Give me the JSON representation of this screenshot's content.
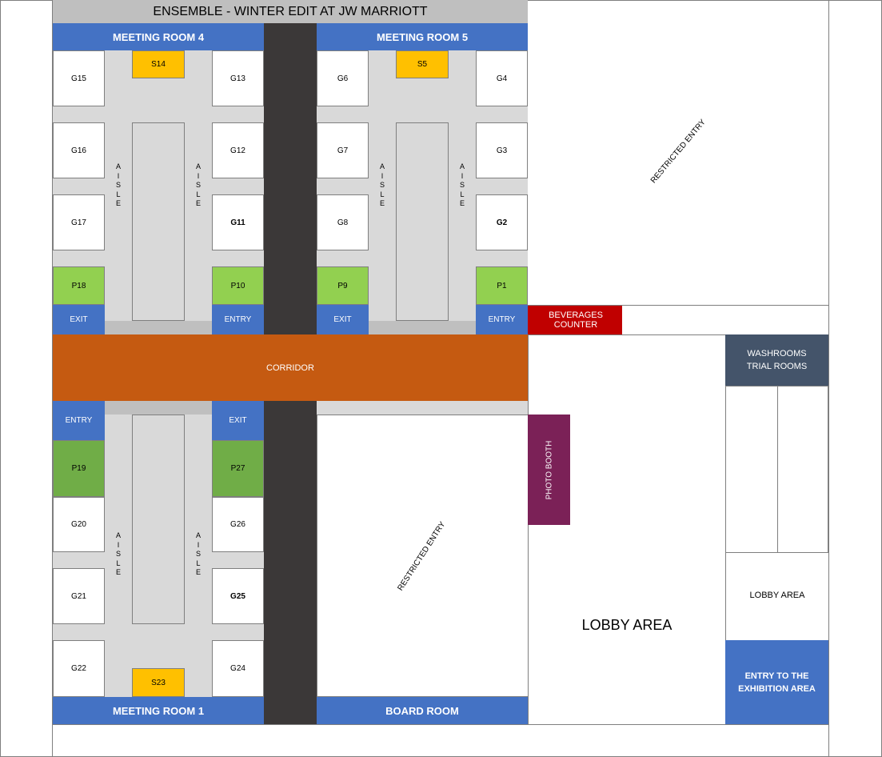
{
  "title": "ENSEMBLE - WINTER EDIT AT JW MARRIOTT",
  "rooms": {
    "meeting_room_4": "MEETING ROOM  4",
    "meeting_room_5": "MEETING ROOM 5",
    "meeting_room_1": "MEETING ROOM 1",
    "board_room": "BOARD ROOM"
  },
  "doors": {
    "exit": "EXIT",
    "entry": "ENTRY"
  },
  "stalls": {
    "g15": "G15",
    "g13": "G13",
    "g16": "G16",
    "g12": "G12",
    "g17": "G17",
    "g11": "G11",
    "g6": "G6",
    "g4": "G4",
    "g7": "G7",
    "g3": "G3",
    "g8": "G8",
    "g2": "G2",
    "g20": "G20",
    "g26": "G26",
    "g21": "G21",
    "g25": "G25",
    "g22": "G22",
    "g24": "G24",
    "p18": "P18",
    "p10": "P10",
    "p9": "P9",
    "p1": "P1",
    "p19": "P19",
    "p27": "P27",
    "s14": "S14",
    "s5": "S5",
    "s23": "S23"
  },
  "aisle": [
    "A",
    "I",
    "S",
    "L",
    "E"
  ],
  "corridor": "CORRIDOR",
  "restricted_entry": "RESTRICTED ENTRY",
  "beverages_counter": "BEVERAGES COUNTER",
  "washrooms": {
    "line1": "WASHROOMS",
    "line2": "TRIAL ROOMS"
  },
  "photo_booth": "PHOTO BOOTH",
  "lobby_area_large": "LOBBY AREA",
  "lobby_area_small": "LOBBY AREA",
  "exhibition_entry": {
    "line1": "ENTRY TO THE",
    "line2": "EXHIBITION AREA"
  },
  "colors": {
    "room_blue": "#4472c4",
    "corridor_orange": "#c55a11",
    "premium_green_light": "#92d050",
    "premium_green_dark": "#70ad47",
    "special_yellow": "#ffc000",
    "beverages_red": "#c00000",
    "washroom_slate": "#44546a",
    "photo_booth_plum": "#7b2157",
    "passage_dark": "#3b3838",
    "aisle_gray": "#d9d9d9"
  }
}
